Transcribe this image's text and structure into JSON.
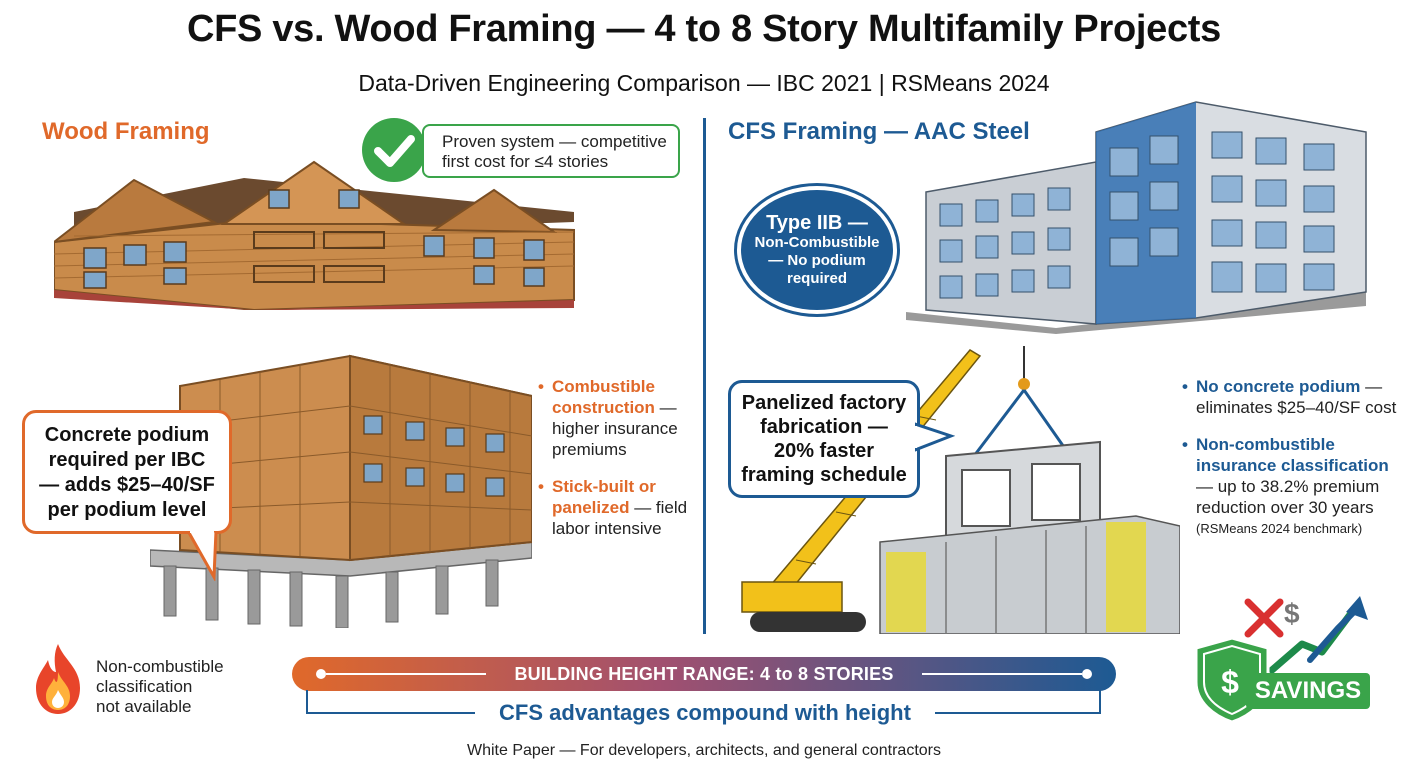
{
  "header": {
    "title": "CFS vs. Wood Framing — 4 to 8 Story Multifamily Projects",
    "subtitle": "Data-Driven Engineering Comparison — IBC 2021 | RSMeans 2024"
  },
  "wood": {
    "heading": "Wood Framing",
    "proven_line1": "Proven system — competitive",
    "proven_line2": "first cost for ≤4 stories",
    "podium_callout": [
      "Concrete podium",
      "required per IBC",
      "— adds $25–40/SF",
      "per podium level"
    ],
    "bullets": [
      {
        "highlight": "Combustible construction",
        "rest": " — higher insurance premiums"
      },
      {
        "highlight": "Stick-built or panelized",
        "rest": " — field labor intensive"
      }
    ],
    "flame_note": [
      "Non-combustible",
      "classification",
      "not available"
    ]
  },
  "cfs": {
    "heading": "CFS Framing — AAC Steel",
    "type_badge": [
      "Type IIB —",
      "Non-Combustible",
      "— No podium",
      "required"
    ],
    "panel_callout": [
      "Panelized factory",
      "fabrication —",
      "20% faster",
      "framing schedule"
    ],
    "bullets": [
      {
        "highlight": "No concrete podium",
        "rest": " — eliminates $25–40/SF cost",
        "note": ""
      },
      {
        "highlight": "Non-combustible insurance classification",
        "rest": " — up to 38.2% premium reduction over 30 years",
        "note": "(RSMeans 2024 benchmark)"
      }
    ],
    "savings_label": "SAVINGS",
    "dollar": "$"
  },
  "height_bar": {
    "label": "BUILDING HEIGHT RANGE: 4 to 8 STORIES",
    "tagline": "CFS advantages compound with height"
  },
  "footer": "White Paper — For developers, architects, and general contractors",
  "colors": {
    "wood_orange": "#e0692a",
    "cfs_blue": "#1d5a93",
    "green": "#3aa44a"
  }
}
